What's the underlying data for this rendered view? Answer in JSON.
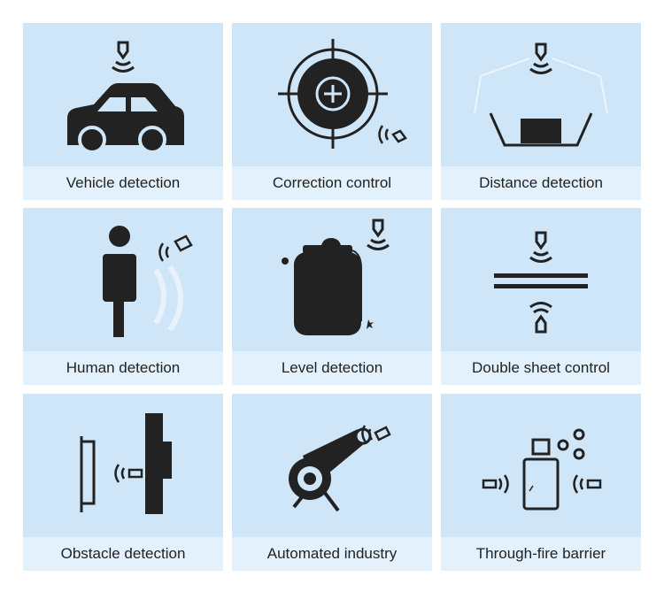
{
  "colors": {
    "tile_background": "#cfe6f9",
    "caption_background": "#e3f1fc",
    "icon": "#222222"
  },
  "tiles": [
    {
      "label": "Vehicle detection",
      "icon": "car-icon"
    },
    {
      "label": "Correction control",
      "icon": "crosshair-icon"
    },
    {
      "label": "Distance detection",
      "icon": "distance-icon"
    },
    {
      "label": "Human detection",
      "icon": "person-icon"
    },
    {
      "label": "Level detection",
      "icon": "container-icon"
    },
    {
      "label": "Double sheet control",
      "icon": "double-sheet-icon"
    },
    {
      "label": "Obstacle detection",
      "icon": "obstacle-icon"
    },
    {
      "label": "Automated industry",
      "icon": "robot-arm-icon"
    },
    {
      "label": "Through-fire barrier",
      "icon": "bottle-icon"
    }
  ]
}
